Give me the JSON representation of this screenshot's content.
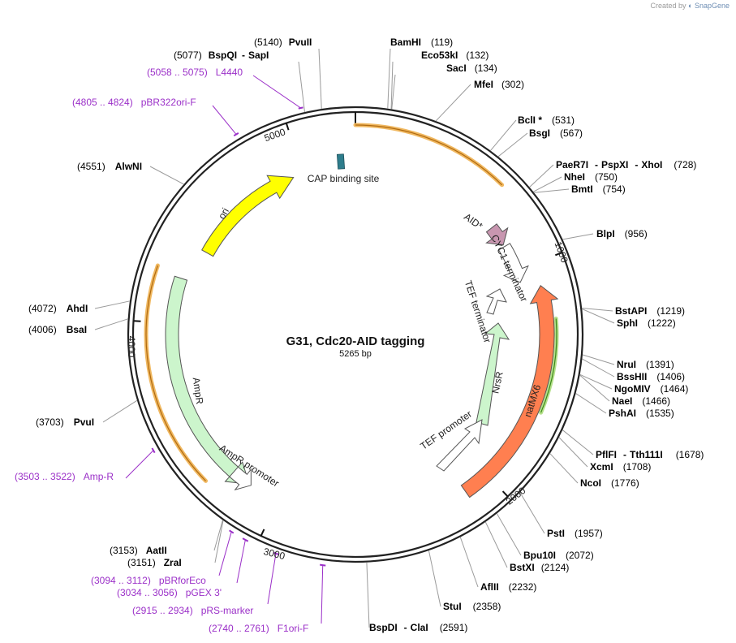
{
  "watermark": {
    "prefix": "Created by",
    "brand": "SnapGene"
  },
  "map": {
    "name": "G31, Cdc20-AID tagging",
    "length_label": "5265 bp",
    "total_bp": 5265,
    "tick_labels": [
      "1000",
      "2000",
      "3000",
      "4000",
      "5000"
    ],
    "colors": {
      "enzyme_line": "#9a9a9a",
      "primer": "#9b30c8",
      "ori": "#ffff00",
      "ampr": "#ccf5cc",
      "natmx": "#ff7f50",
      "aid": "#c896b0",
      "cap_site": "#2e7d8c",
      "orf_orange": "#f0b860",
      "orf_green": "#8ac850"
    },
    "enzymes": [
      {
        "name": "PvuII",
        "pos": "(5140)"
      },
      {
        "name": "BspQI",
        "name2": "SapI",
        "pos": "(5077)"
      },
      {
        "name": "BamHI",
        "pos": "(119)"
      },
      {
        "name": "Eco53kI",
        "pos": "(132)"
      },
      {
        "name": "SacI",
        "pos": "(134)"
      },
      {
        "name": "MfeI",
        "pos": "(302)"
      },
      {
        "name": "BclI *",
        "pos": "(531)"
      },
      {
        "name": "BsgI",
        "pos": "(567)"
      },
      {
        "name": "PaeR7I",
        "name2": "PspXI",
        "name3": "XhoI",
        "pos": "(728)"
      },
      {
        "name": "NheI",
        "pos": "(750)"
      },
      {
        "name": "BmtI",
        "pos": "(754)"
      },
      {
        "name": "BlpI",
        "pos": "(956)"
      },
      {
        "name": "BstAPI",
        "pos": "(1219)"
      },
      {
        "name": "SphI",
        "pos": "(1222)"
      },
      {
        "name": "NruI",
        "pos": "(1391)"
      },
      {
        "name": "BssHII",
        "pos": "(1406)"
      },
      {
        "name": "NgoMIV",
        "pos": "(1464)"
      },
      {
        "name": "NaeI",
        "pos": "(1466)"
      },
      {
        "name": "PshAI",
        "pos": "(1535)"
      },
      {
        "name": "PflFI",
        "name2": "Tth111I",
        "pos": "(1678)"
      },
      {
        "name": "XcmI",
        "pos": "(1708)"
      },
      {
        "name": "NcoI",
        "pos": "(1776)"
      },
      {
        "name": "PstI",
        "pos": "(1957)"
      },
      {
        "name": "Bpu10I",
        "pos": "(2072)"
      },
      {
        "name": "BstXI",
        "pos": "(2124)"
      },
      {
        "name": "AflII",
        "pos": "(2232)"
      },
      {
        "name": "StuI",
        "pos": "(2358)"
      },
      {
        "name": "BspDI",
        "name2": "ClaI",
        "pos": "(2591)"
      },
      {
        "name": "AatII",
        "pos": "(3153)"
      },
      {
        "name": "ZraI",
        "pos": "(3151)"
      },
      {
        "name": "PvuI",
        "pos": "(3703)"
      },
      {
        "name": "BsaI",
        "pos": "(4006)"
      },
      {
        "name": "AhdI",
        "pos": "(4072)"
      },
      {
        "name": "AlwNI",
        "pos": "(4551)"
      }
    ],
    "primers": [
      {
        "range": "(5058 .. 5075)",
        "name": "L4440"
      },
      {
        "range": "(4805 .. 4824)",
        "name": "pBR322ori-F"
      },
      {
        "range": "(3503 .. 3522)",
        "name": "Amp-R"
      },
      {
        "range": "(3094 .. 3112)",
        "name": "pBRforEco"
      },
      {
        "range": "(3034 .. 3056)",
        "name": "pGEX 3'"
      },
      {
        "range": "(2915 .. 2934)",
        "name": "pRS-marker"
      },
      {
        "range": "(2740 .. 2761)",
        "name": "F1ori-F"
      }
    ],
    "features": {
      "cap": "CAP binding site",
      "aid": "AID*",
      "cyc1": "CYC1 terminator",
      "tef_term": "TEF terminator",
      "nrsr": "NrsR",
      "natmx": "natMX6",
      "tef_prom": "TEF promoter",
      "ori": "ori",
      "ampr": "AmpR",
      "ampr_prom": "AmpR promoter"
    }
  }
}
